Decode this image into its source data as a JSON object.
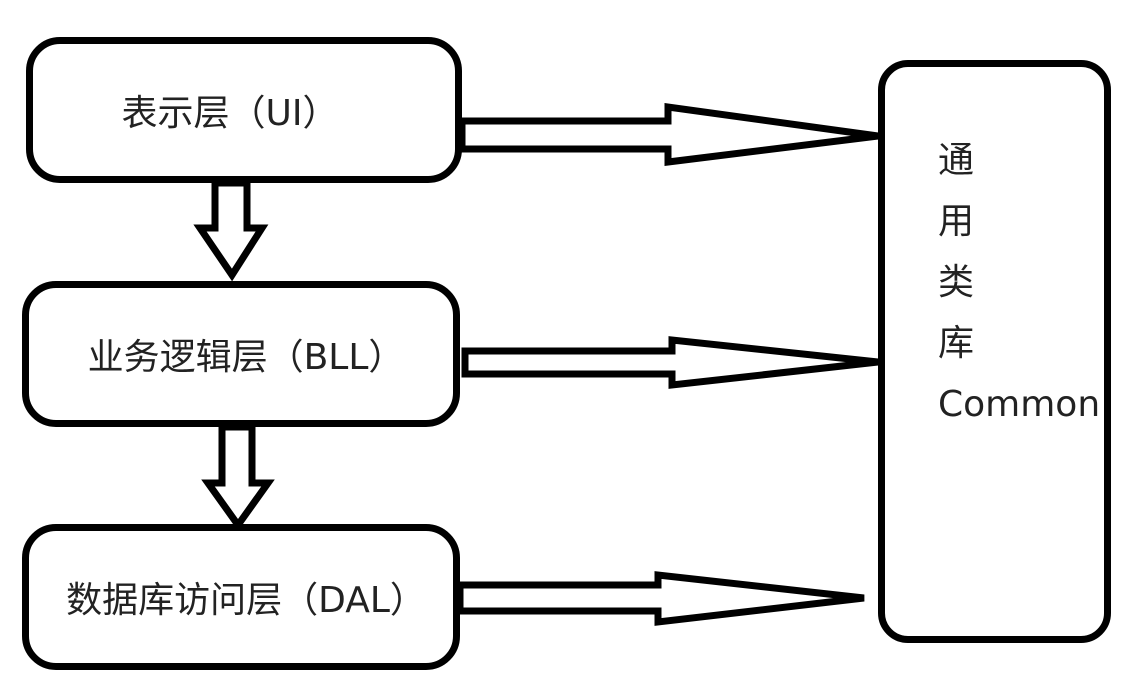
{
  "layers": {
    "ui": "表示层（UI）",
    "bll": "业务逻辑层（BLL）",
    "dal": "数据库访问层（DAL）"
  },
  "common": {
    "char1": "通",
    "char2": "用",
    "char3": "类",
    "char4": "库",
    "name": "Common"
  }
}
